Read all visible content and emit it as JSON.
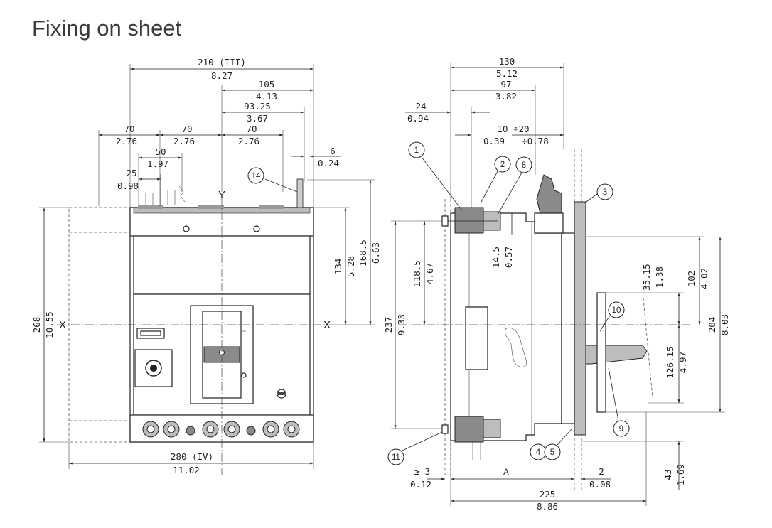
{
  "title": "Fixing on sheet",
  "axes": {
    "x": "X",
    "y": "Y"
  },
  "front_view": {
    "width_top": [
      "210 (III)",
      "8.27"
    ],
    "half_width": [
      "105",
      "4.13"
    ],
    "offset_93": [
      "93.25",
      "3.67"
    ],
    "pitch_left": [
      "70",
      "2.76"
    ],
    "pitch_mid": [
      "70",
      "2.76"
    ],
    "pitch_right": [
      "70",
      "2.76"
    ],
    "span_50": [
      "50",
      "1.97"
    ],
    "span_25": [
      "25",
      "0.98"
    ],
    "edge_6": [
      "6",
      "0.24"
    ],
    "width_bottom": [
      "280 (IV)",
      "11.02"
    ],
    "height_total": [
      "268",
      "10.55"
    ],
    "height_134": [
      "134",
      "5.28"
    ],
    "height_168": [
      "168.5",
      "6.63"
    ]
  },
  "side_view": {
    "depth_130": [
      "130",
      "5.12"
    ],
    "depth_97": [
      "97",
      "3.82"
    ],
    "depth_24": [
      "24",
      "0.94"
    ],
    "sheet_range": [
      "10 ÷20",
      "0.39",
      "÷0.78"
    ],
    "height_118": [
      "118.5",
      "4.67"
    ],
    "height_237": [
      "237",
      "9.33"
    ],
    "dim_14": [
      "14.5",
      "0.57"
    ],
    "dim_35": [
      "35.15",
      "1.38"
    ],
    "dim_102": [
      "102",
      "4.02"
    ],
    "dim_204": [
      "204",
      "8.03"
    ],
    "dim_126": [
      "126.15",
      "4.97"
    ],
    "dim_43": [
      "43",
      "1.69"
    ],
    "gap_3": [
      "≥ 3",
      "0.12"
    ],
    "dim_a": "A",
    "gap_2": [
      "2",
      "0.08"
    ],
    "depth_225": [
      "225",
      "8.86"
    ]
  },
  "balloons": [
    "1",
    "2",
    "8",
    "3",
    "10",
    "9",
    "4",
    "5",
    "11",
    "14"
  ]
}
